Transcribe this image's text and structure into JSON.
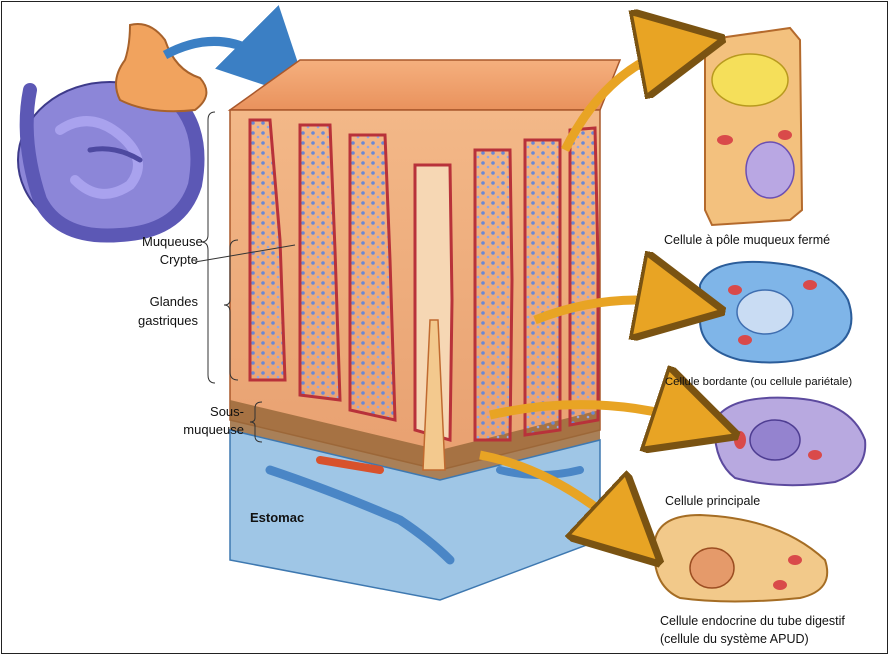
{
  "labels": {
    "muqueuse": "Muqueuse",
    "crypte": "Crypte",
    "glandes_line1": "Glandes",
    "glandes_line2": "gastriques",
    "sous_line1": "Sous-",
    "sous_line2": "muqueuse",
    "estomac": "Estomac",
    "cell_mucous": "Cellule à pôle muqueux fermé",
    "cell_parietal": "Cellule bordante (ou cellule pariétale)",
    "cell_principal": "Cellule principale",
    "cell_endocrine_line1": "Cellule endocrine du tube digestif",
    "cell_endocrine_line2": "(cellule du système APUD)"
  },
  "colors": {
    "arrow_blue": "#3b7fc4",
    "arrow_gold": "#e8a424",
    "tissue_outer": "#f0b27a",
    "tissue_top": "#f4a877",
    "gland_wall": "#b8323a",
    "gland_lumen": "#f6d7b4",
    "submucosa": "#9fc6e6",
    "cell_mucous": "#f3c17e",
    "cell_parietal": "#7fb5e8",
    "cell_principal": "#b8a9e0",
    "cell_endocrine": "#f2c98a",
    "intestine": "#7a73cf",
    "stomach": "#f1a35e"
  }
}
